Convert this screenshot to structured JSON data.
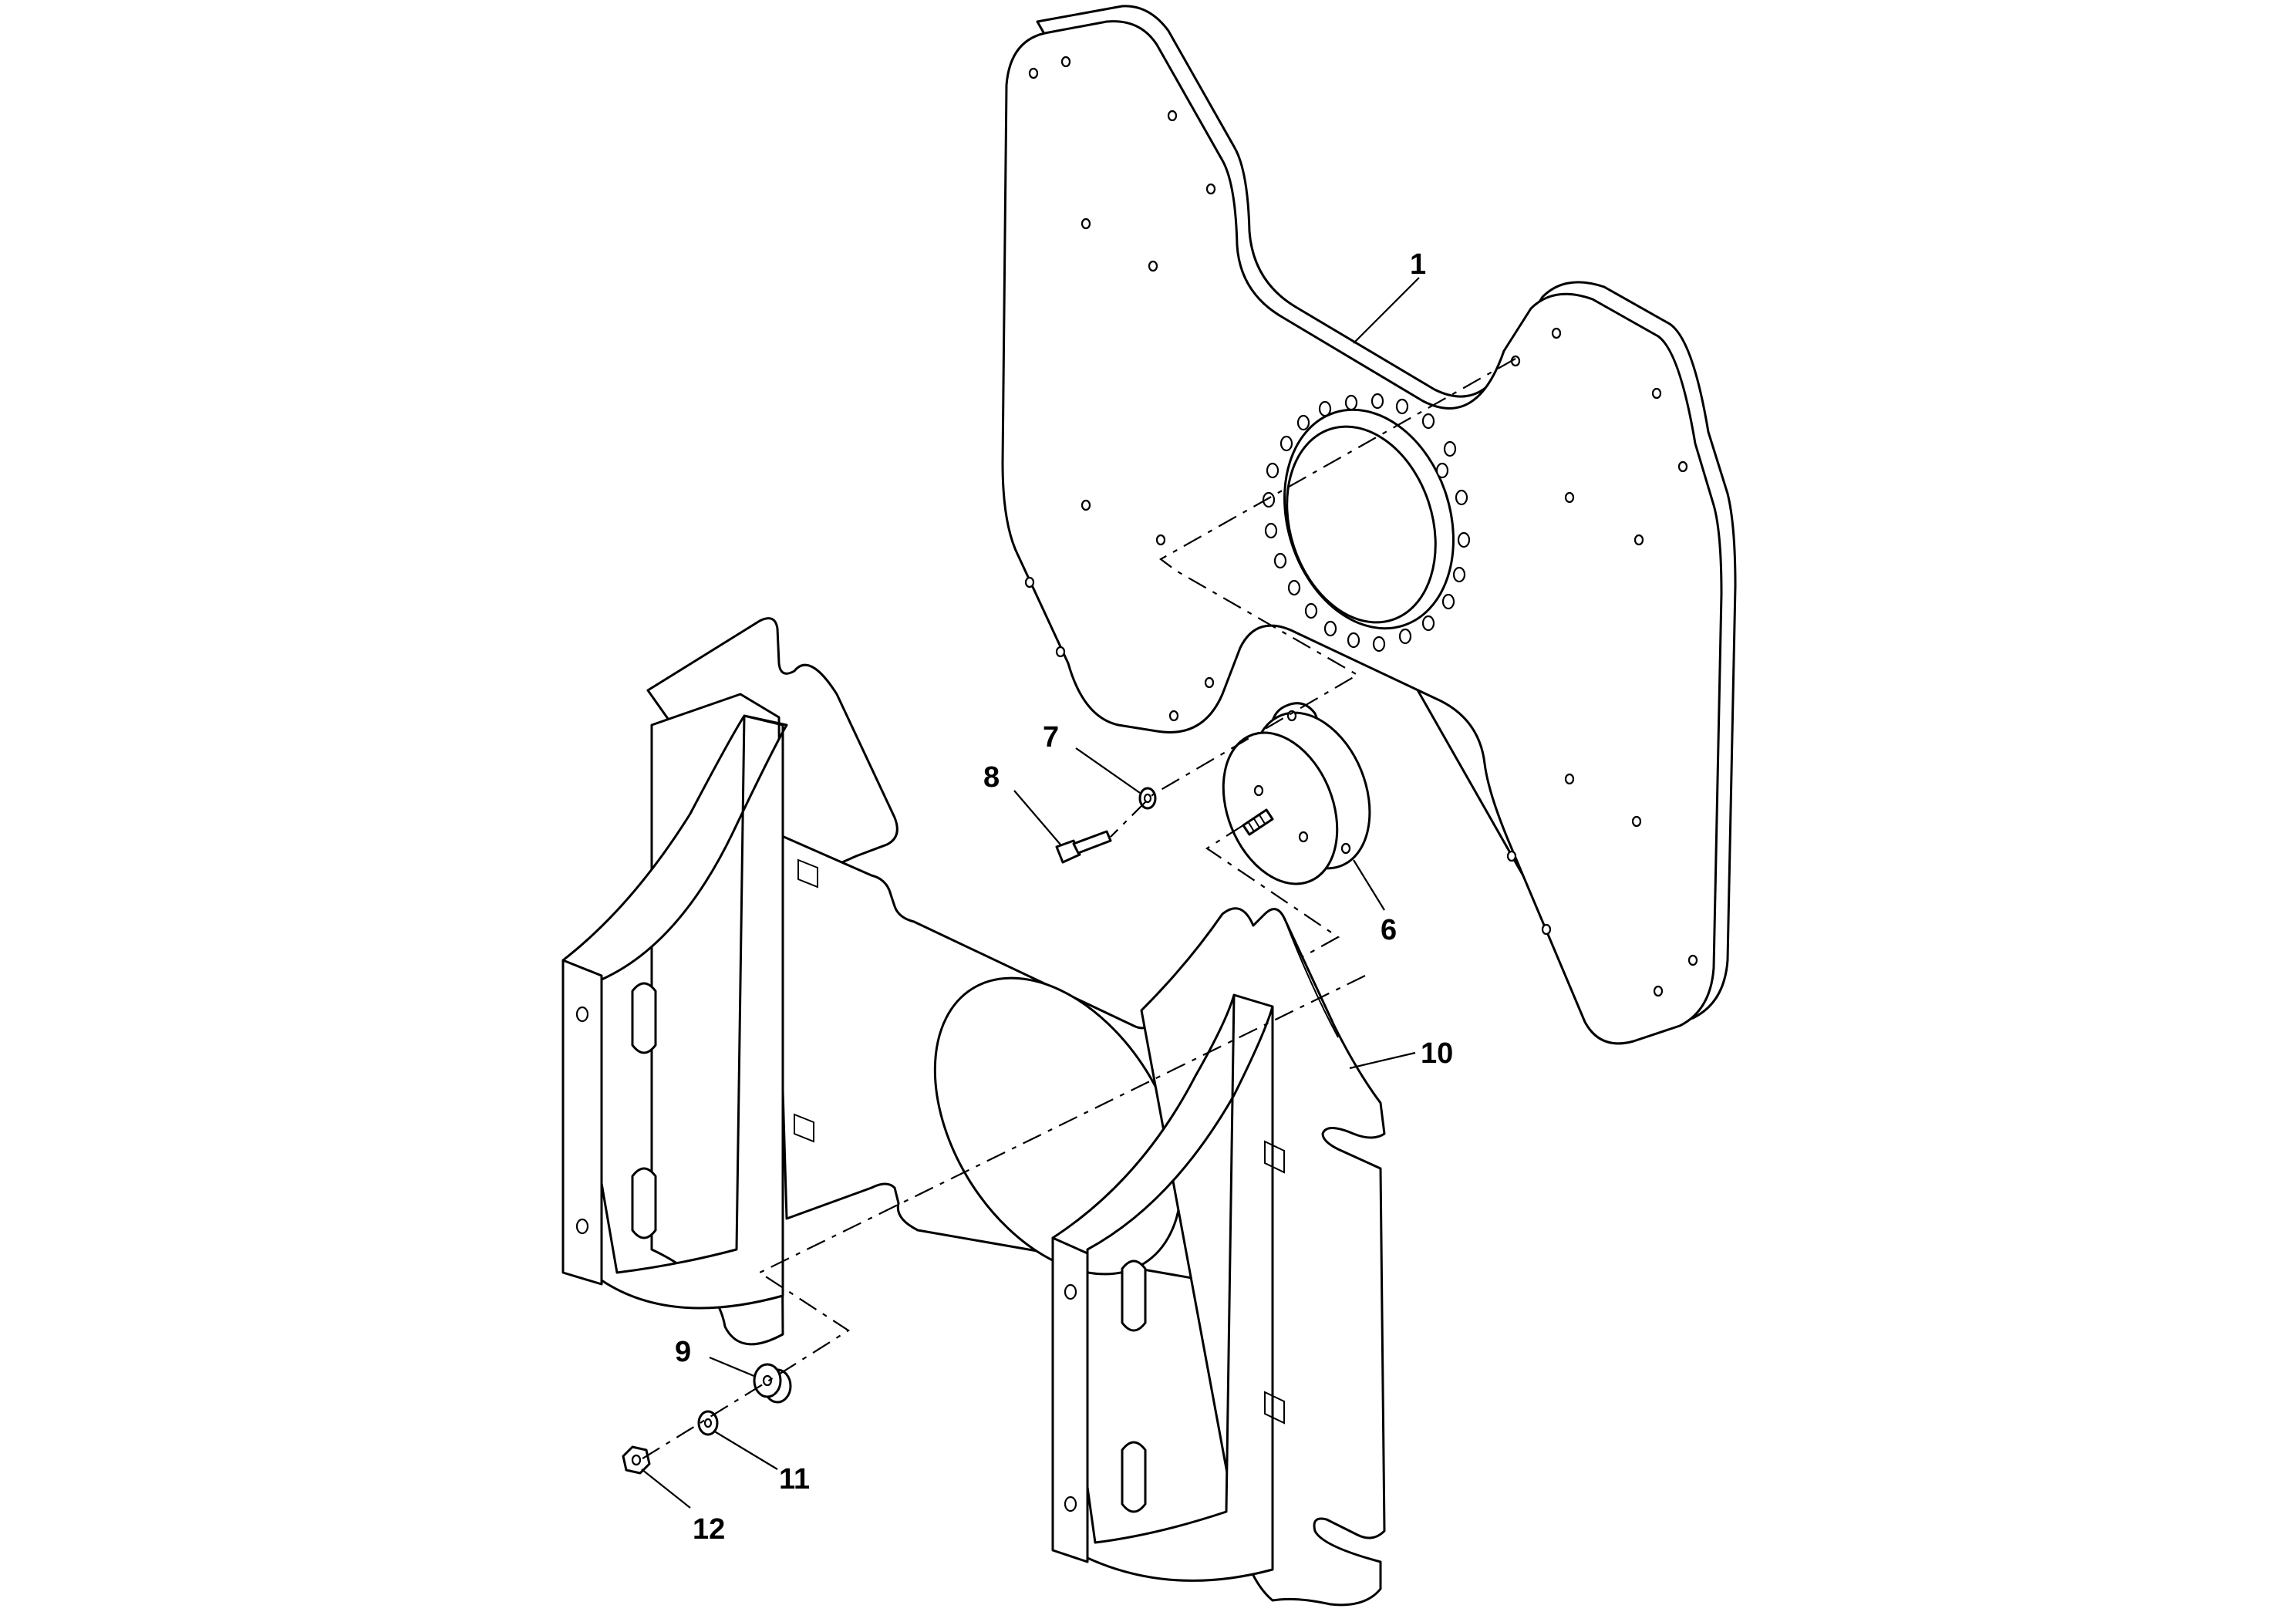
{
  "callouts": {
    "c1": "1",
    "c6": "6",
    "c7": "7",
    "c8": "8",
    "c9": "9",
    "c10": "10",
    "c11": "11",
    "c12": "12"
  },
  "colors": {
    "line": "#000000",
    "background": "#ffffff"
  }
}
